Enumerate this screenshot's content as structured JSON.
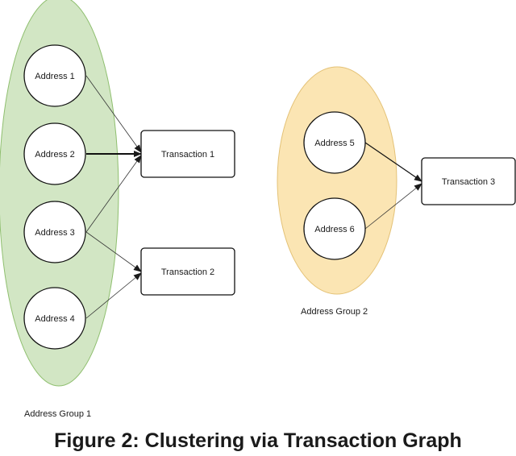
{
  "groups": [
    {
      "id": "group1",
      "label": "Address Group 1",
      "fill": "#d2e6c4",
      "stroke": "#8fbf6f"
    },
    {
      "id": "group2",
      "label": "Address Group 2",
      "fill": "#fbe5b3",
      "stroke": "#e4c277"
    }
  ],
  "addresses": [
    {
      "id": "a1",
      "label": "Address 1"
    },
    {
      "id": "a2",
      "label": "Address 2"
    },
    {
      "id": "a3",
      "label": "Address 3"
    },
    {
      "id": "a4",
      "label": "Address 4"
    },
    {
      "id": "a5",
      "label": "Address 5"
    },
    {
      "id": "a6",
      "label": "Address 6"
    }
  ],
  "transactions": [
    {
      "id": "t1",
      "label": "Transaction 1"
    },
    {
      "id": "t2",
      "label": "Transaction 2"
    },
    {
      "id": "t3",
      "label": "Transaction 3"
    }
  ],
  "edges": [
    {
      "from": "a1",
      "to": "t1"
    },
    {
      "from": "a2",
      "to": "t1"
    },
    {
      "from": "a3",
      "to": "t1"
    },
    {
      "from": "a3",
      "to": "t2"
    },
    {
      "from": "a4",
      "to": "t2"
    },
    {
      "from": "a5",
      "to": "t3"
    },
    {
      "from": "a6",
      "to": "t3"
    }
  ],
  "caption": "Figure 2: Clustering via Transaction Graph"
}
